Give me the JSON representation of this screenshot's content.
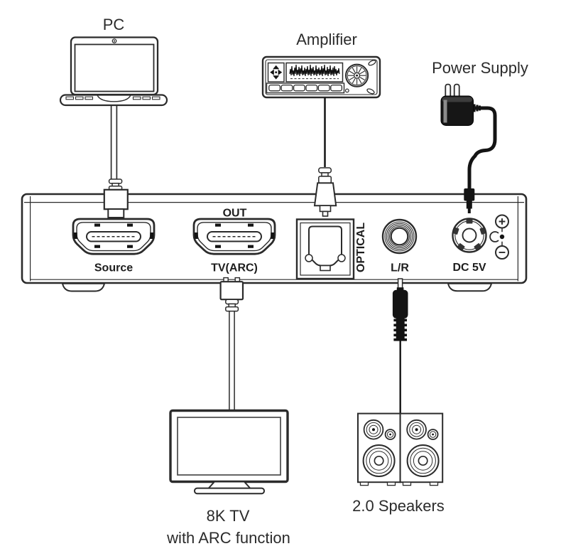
{
  "diagram": {
    "type": "connection-diagram",
    "labels": {
      "pc": "PC",
      "amplifier": "Amplifier",
      "power_supply": "Power Supply",
      "tv_line1": "8K TV",
      "tv_line2": "with ARC function",
      "speakers": "2.0 Speakers"
    },
    "device_ports": {
      "source": "Source",
      "out": "OUT",
      "tv_arc": "TV(ARC)",
      "optical": "OPTICAL",
      "line_out": "L/R",
      "power": "DC 5V"
    },
    "colors": {
      "line": "#2b2b2b",
      "text": "#2b2b2b",
      "solid_black": "#141414",
      "background": "#ffffff"
    }
  }
}
